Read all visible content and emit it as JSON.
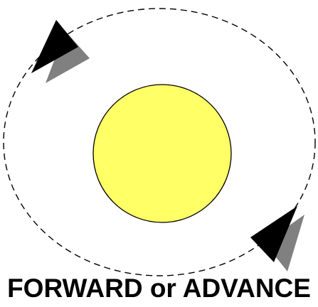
{
  "caption": "FORWARD or ADVANCE",
  "colors": {
    "sun_fill": "#ffff66",
    "sun_stroke": "#000000",
    "orbit_stroke": "#000000",
    "arrow_front": "#000000",
    "arrow_shadow": "#808080",
    "background": "#ffffff"
  },
  "elements": {
    "sun": "sun",
    "orbit": "dashed orbit path",
    "arrows": [
      "arrowhead at upper-left",
      "arrowhead at lower-right"
    ]
  }
}
